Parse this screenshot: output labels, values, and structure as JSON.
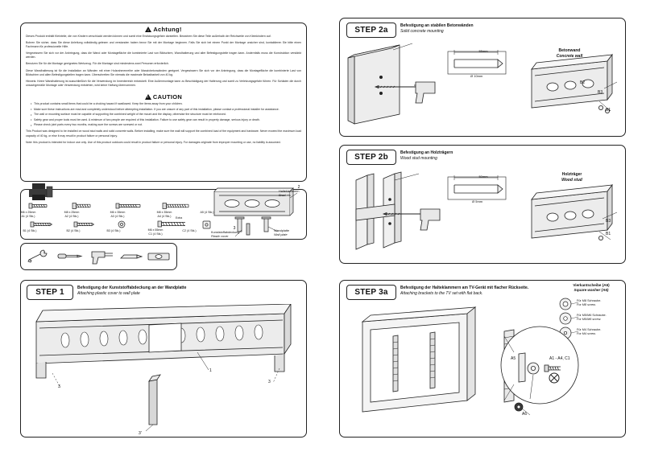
{
  "document": {
    "title": "TV wall mount installation instruction sheet"
  },
  "warning": {
    "heading_de": "Achtung!",
    "heading_en": "CAUTION",
    "german_paragraphs": [
      "Dieses Produkt enthält Kleinteile, die von Kindern verschluckt werden können und somit eine Erstickungsgefahr darstellen. Bewahren Sie diese Teile außerhalb der Reichweite von Kleinkindern auf.",
      "Bohren Sie sicher, dass Sie diese Anleitung vollständig gelesen und verstanden haben bevor Sie mit der Montage beginnen. Falls Sie sich bei einem Punkt der Montage unsicher sind, kontaktieren Sie bitte einen Fachmann für professionelle Hilfe.",
      "Vergewissern Sie sich vor der Anbringung, dass die Wand oder Montagefläche die kombinierte Last von Bildschirm, Wandhalterung und aller Befestigungsteile tragen kann. Andernfalls muss die Konstruktion verstärkt werden.",
      "Benutzen Sie für die Montage geeignetes Werkzeug. Für die Montage sind mindestens zwei Personen erforderlich.",
      "Diese Wandhalterung ist für die Installation an Wänden mit einer Holzrahmenreihe oder Massivbetonwänden geeignet. Vergewissern Sie sich vor der Anbringung, dass die Montagefläche die kombinierte Last von Bildschirm und allen Befestigungsteilen tragen kann. Überschreiten Sie niemals die maximale Belastbarkeit von 40 kg.",
      "Hinweis: Keine Wandhalterung ist ausschließlich für die Verwendung im Innenbereich entwickelt. Eine Außenmontage kann zu Beschädigung der Halterung und somit zu Verletzungsgefahr führen. Für Schäden die durch unsachgemäße Montage oder Verwendung entstehen, wird keine Haftung übernommen."
    ],
    "english_bullets": [
      "This product contains small items that could be a choking hazard if swallowed. Keep the items away from your children.",
      "Make sure these instructions are read and completely understood before attempting installation. If you are unsure of any part of this installation, please contact a professional installer for assistance.",
      "The wall or mounting surface must be capable of supporting the combined weight of the mount and the display, otherwise the structure must be reinforced.",
      "Safety gear and proper tools must be used. A minimum of two people are required of this installation. Failure to use safety gear can result in property damage, serious injury or death.",
      "Please check joint parts every two months, making sure the screws are screwed or not."
    ],
    "english_paragraphs": [
      "This Product was designed to be installed on wood stud walls and solid concrete walls. Before installing, make sure the wall will support the combined load of the equipment and hardware. Never exceed the maximum load capacity of 40 kg, or else it may result in product failure or personal injury.",
      "Note: this product is intended for indoor use only. Use of this product outdoors could result in product failure or personal injury. For damages originate from improper mounting or use, no liability is assumed."
    ]
  },
  "hardware": {
    "row1": [
      {
        "name": "M6 x 25mm",
        "qty": "A1 (4 Stk.)"
      },
      {
        "name": "M8 x 25mm",
        "qty": "A2 (4 Stk.)"
      },
      {
        "name": "M6 x 35mm",
        "qty": "A3 (4 Stk.)"
      },
      {
        "name": "M8 x 35mm",
        "qty": "A4 (4 Stk.)"
      },
      {
        "name": "",
        "qty": "A5 (4 Stk.)"
      },
      {
        "name": "",
        "qty": "A6 (4 Stk.)"
      }
    ],
    "row2": [
      {
        "name": "",
        "qty": "B1 (4 Stk.)"
      },
      {
        "name": "",
        "qty": "B2 (4 Stk.)"
      },
      {
        "name": "",
        "qty": "B3 (4 Stk.)"
      },
      {
        "name": "M6 x 55mm",
        "qty": "C1 (4 Stk.)"
      },
      {
        "name": "",
        "qty": "C2 (4 Stk.)"
      }
    ],
    "labels": {
      "brackets_de": "Halteklammern",
      "brackets_en": "Brackets",
      "brackets_num": "2",
      "plastic_de": "Kunststoffabdeckung",
      "plastic_en": "Plastic cover",
      "plastic_num": "3",
      "wallplate_de": "Wandplatte",
      "wallplate_en": "Wall plate",
      "extra": "Extra"
    }
  },
  "steps": {
    "step1": {
      "badge": "STEP 1",
      "title_de": "Befestigung der Kunststoffabdeckung an der Wandplatte",
      "title_en": "Attaching plastic cover to wall plate",
      "callouts": [
        "3",
        "3",
        "3'",
        "1"
      ]
    },
    "step2a": {
      "badge": "STEP 2a",
      "title_de": "Befestigung an stabilen Betonwänden",
      "title_en": "Solid concrete mounting",
      "drill_depth": "55mm",
      "drill_dia": "Ø 10mm",
      "wall_de": "Betonwand",
      "wall_en": "Concrete wall",
      "callouts": [
        "B2",
        "B3",
        "B1"
      ]
    },
    "step2b": {
      "badge": "STEP 2b",
      "title_de": "Befestigung an Holzträgern",
      "title_en": "Wood stud mounting",
      "drill_depth": "50mm",
      "drill_dia": "Ø 5mm",
      "wall_de": "Holzträger",
      "wall_en": "Wood stud",
      "callouts": [
        "B3",
        "B1"
      ]
    },
    "step3a": {
      "badge": "STEP 3a",
      "title_de": "Befestigung der Halteklammern am TV-Gerät mit flacher Rückseite.",
      "title_en": "Attaching brackets to the TV set with flat back.",
      "washer_title_de": "Vierkantscheibe (A6)",
      "washer_title_en": "Square washer (A6)",
      "washer_notes": [
        {
          "de": "Für M8 Schraube.",
          "en": "For M8 screw."
        },
        {
          "de": "Für M5/M6 Schraube.",
          "en": "For M5/M6 screw."
        },
        {
          "de": "Für M4 Schraube.",
          "en": "For M4 screw."
        }
      ],
      "callouts": [
        "A5",
        "A1 - A4, C1",
        "A6"
      ]
    }
  }
}
